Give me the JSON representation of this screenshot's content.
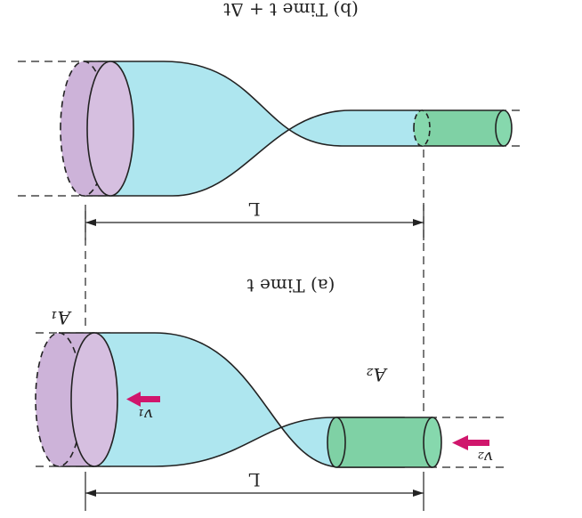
{
  "figure": {
    "panel_b_caption": "(b) Time t + Δt",
    "panel_a_caption": "(a) Time t",
    "length_label": "L",
    "area_1_label": "A₁",
    "area_2_label": "A₂",
    "velocity_1_label": "v₁",
    "velocity_2_label": "v₂",
    "orientation": "rotated-180"
  },
  "colors": {
    "pipe_fill": "#aee6ef",
    "slug1_fill": "#cdb3d9",
    "slug2_fill": "#7fd1a5",
    "arrow": "#d0166c",
    "outline": "#222222"
  }
}
